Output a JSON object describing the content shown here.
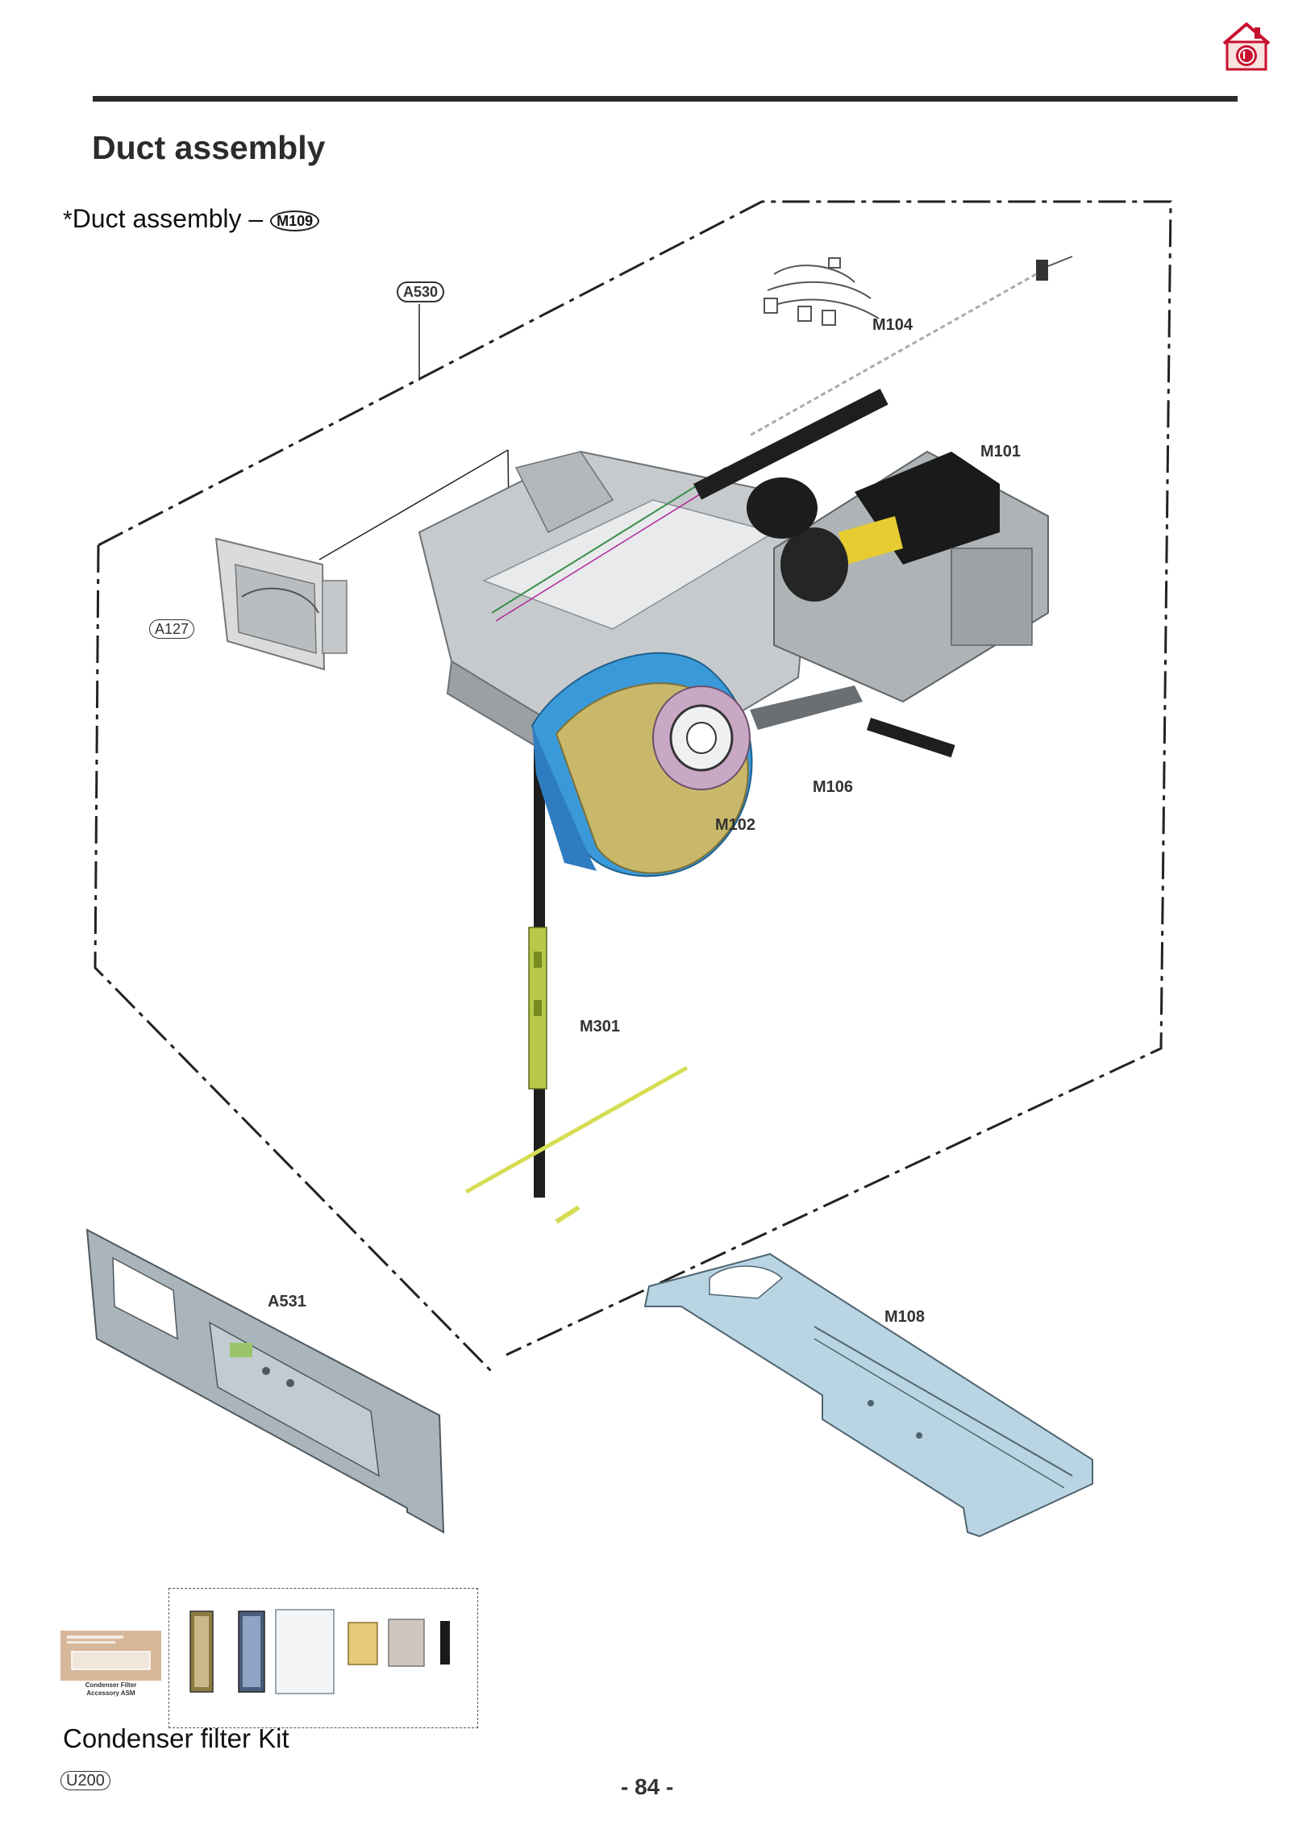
{
  "header": {
    "logo_icon": "lg-home-logo-icon",
    "title": "Duct assembly"
  },
  "subtitle": {
    "star": "*",
    "text": "Duct assembly – ",
    "badge": "M109"
  },
  "labels": {
    "a530": "A530",
    "a127": "A127",
    "m104": "M104",
    "m101": "M101",
    "m106": "M106",
    "m102": "M102",
    "m301": "M301",
    "a531": "A531",
    "m108": "M108",
    "u200": "U200"
  },
  "accessory": {
    "line1": "Condenser Filter",
    "line2": "Accessory ASM"
  },
  "kit_title": "Condenser filter Kit",
  "page_number": "- 84 -",
  "colors": {
    "rule": "#2a2a2a",
    "logo_red": "#c8102e",
    "duct_blue": "#3a9ad9",
    "duct_yellow": "#c9b86a",
    "dark_part": "#1e1e1e",
    "yellow_rod": "#d6dd55",
    "panel_blue": "#b9d5e3",
    "panel_gray": "#a9b4bb"
  }
}
